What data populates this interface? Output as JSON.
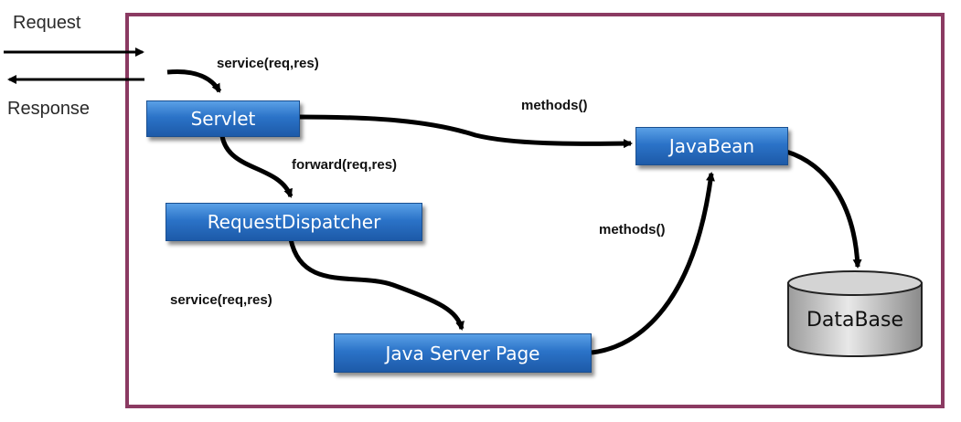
{
  "external": {
    "request_label": "Request",
    "response_label": "Response"
  },
  "nodes": {
    "servlet": "Servlet",
    "javabean": "JavaBean",
    "dispatcher": "RequestDispatcher",
    "jsp": "Java Server Page",
    "database": "DataBase"
  },
  "edges": {
    "servlet_in": "service(req,res)",
    "servlet_to_bean": "methods()",
    "servlet_to_dispatcher": "forward(req,res)",
    "dispatcher_to_jsp": "service(req,res)",
    "jsp_to_bean": "methods()"
  },
  "colors": {
    "frame": "#8b3a62",
    "node_blue": "#2b73c8",
    "arrow": "#000000",
    "db_gray": "#c8c8c8"
  }
}
